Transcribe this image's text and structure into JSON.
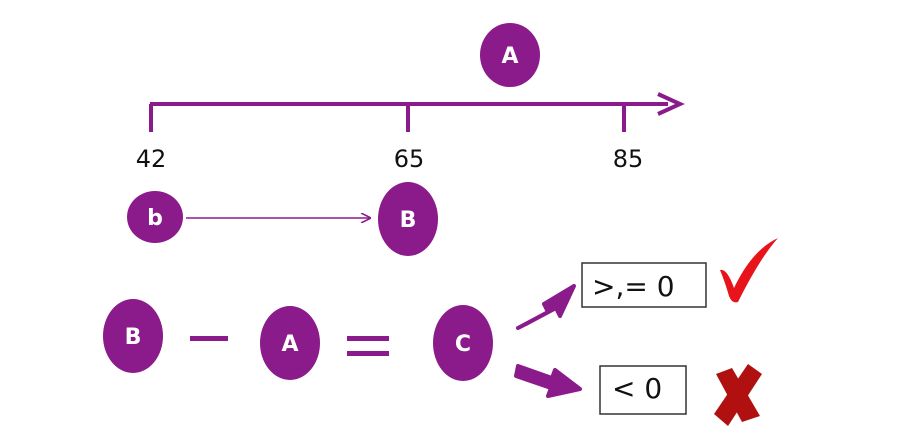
{
  "colors": {
    "purple": "#8b1a8b",
    "check": "#e8141c",
    "cross": "#b01010",
    "text": "#111111"
  },
  "number_line": {
    "ticks": [
      "42",
      "65",
      "85"
    ],
    "marker_label": "A"
  },
  "transition": {
    "from_label": "b",
    "to_label": "B"
  },
  "equation": {
    "left_label": "B",
    "minus": "−",
    "middle_label": "A",
    "equals": "=",
    "result_label": "C"
  },
  "outcomes": [
    {
      "text": ">,= 0",
      "icon": "check-icon"
    },
    {
      "text": "< 0",
      "icon": "cross-icon"
    }
  ]
}
